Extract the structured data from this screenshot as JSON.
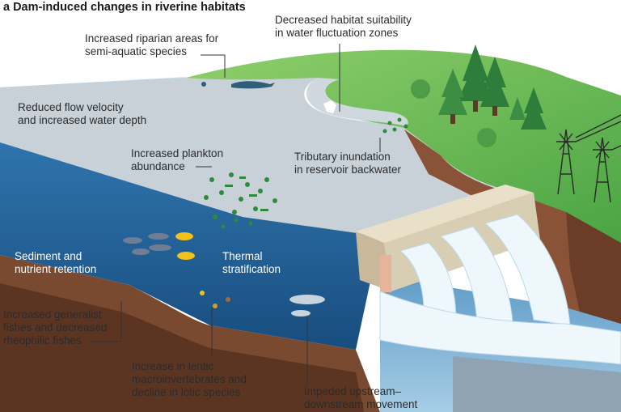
{
  "figure": {
    "panel_letter": "a",
    "title": "Dam-induced changes in riverine habitats"
  },
  "labels": {
    "riparian": "Increased riparian areas for\nsemi-aquatic species",
    "fluctuation": "Decreased habitat suitability\nin water fluctuation zones",
    "flow": "Reduced flow velocity\nand increased water depth",
    "plankton": "Increased plankton\nabundance",
    "tributary": "Tributary inundation\nin reservoir backwater",
    "sediment": "Sediment and\nnutrient retention",
    "thermal": "Thermal\nstratification",
    "generalist": "Increased generalist\nfishes and decreased\nrheophilic fishes",
    "lentic": "Increase in lentic\nmacroinvertebrates and\ndecline in lotic species",
    "impeded": "Impeded upstream–\ndownstream movement"
  },
  "colors": {
    "reservoir_surface": "#c8d1d8",
    "water_deep": "#1e5d92",
    "water_shallow": "#6fa4cc",
    "sky_water": "#b7d7ec",
    "grass": "#5bb04a",
    "soil": "#7a4a30",
    "dam": "#e4dcc6",
    "spill": "#eef7fc",
    "plankton": "#2f8b3c",
    "fish_yellow": "#f2c21b",
    "fish_grey": "#6e7f95"
  }
}
